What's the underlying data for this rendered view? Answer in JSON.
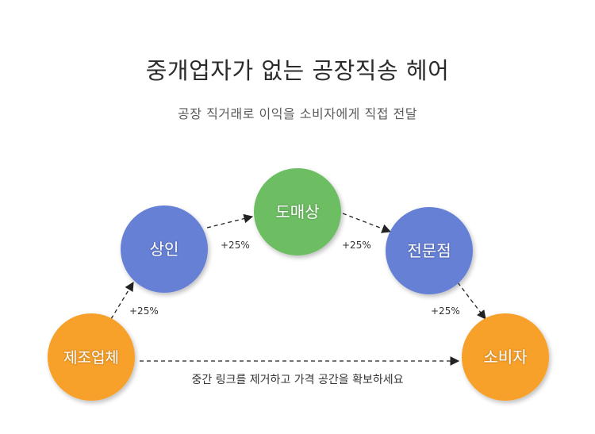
{
  "header": {
    "title": "중개업자가 없는 공장직송 헤어",
    "subtitle": "공장 직거래로 이익을 소비자에게 직접 전달"
  },
  "colors": {
    "orange": "#f7a02c",
    "blue": "#6680d6",
    "green": "#6dbd63",
    "arrow": "#222222"
  },
  "nodes": {
    "manufacturer": "제조업체",
    "merchant": "상인",
    "wholesaler": "도매상",
    "specialty_store": "전문점",
    "consumer": "소비자"
  },
  "edges": {
    "manufacturer_to_merchant": "+25%",
    "merchant_to_wholesaler": "+25%",
    "wholesaler_to_specialty": "+25%",
    "specialty_to_consumer": "+25%",
    "direct_note": "중간 링크를 제거하고 가격 공간을 확보하세요"
  }
}
